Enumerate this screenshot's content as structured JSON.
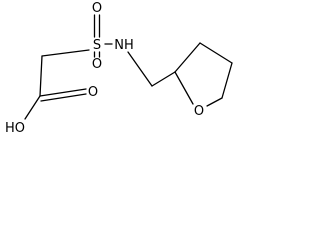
{
  "structure": {
    "atom_labels": {
      "sulfur": "S",
      "sulfonyl_oxygen_top": "O",
      "sulfonyl_oxygen_bottom": "O",
      "amine": "NH",
      "ring_oxygen": "O",
      "carbonyl_oxygen": "O",
      "hydroxyl": "HO"
    },
    "colors": {
      "bonds": "#000000",
      "labels": "#000000",
      "background": "#ffffff"
    }
  }
}
